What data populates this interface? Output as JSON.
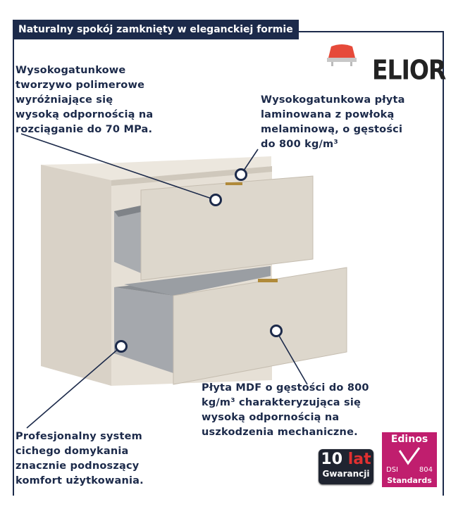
{
  "banner": "Naturalny spokój zamknięty w eleganckiej formie",
  "brand": "ELIOR",
  "notes": {
    "polymer": [
      "Wysokogatunkowe",
      "tworzywo polimerowe",
      "wyróżniające się",
      "wysoką odpornością na",
      "rozciąganie do 70 MPa."
    ],
    "board": [
      "Wysokogatunkowa płyta",
      "laminowana z powłoką",
      "melaminową, o gęstości",
      "do 800 kg/m³"
    ],
    "mdf": [
      "Płyta MDF o gęstości do 800",
      "kg/m³ charakteryzująca się",
      "wysoką odpornością na",
      "uszkodzenia mechaniczne."
    ],
    "softclose": [
      "Profesjonalny system",
      "cichego domykania",
      "znacznie podnoszący",
      "komfort użytkowania."
    ]
  },
  "badges": {
    "warranty_number": "10",
    "warranty_unit": "lat",
    "warranty_label": "Gwarancji",
    "cert_name": "Edinos",
    "cert_left": "DSI",
    "cert_number": "804",
    "cert_label": "Standards"
  },
  "colors": {
    "navy": "#1c2a4a",
    "beige": "#d8d2c8",
    "magenta": "#c01e6e"
  },
  "icons": [
    "chair-icon",
    "checkmark-icon"
  ]
}
